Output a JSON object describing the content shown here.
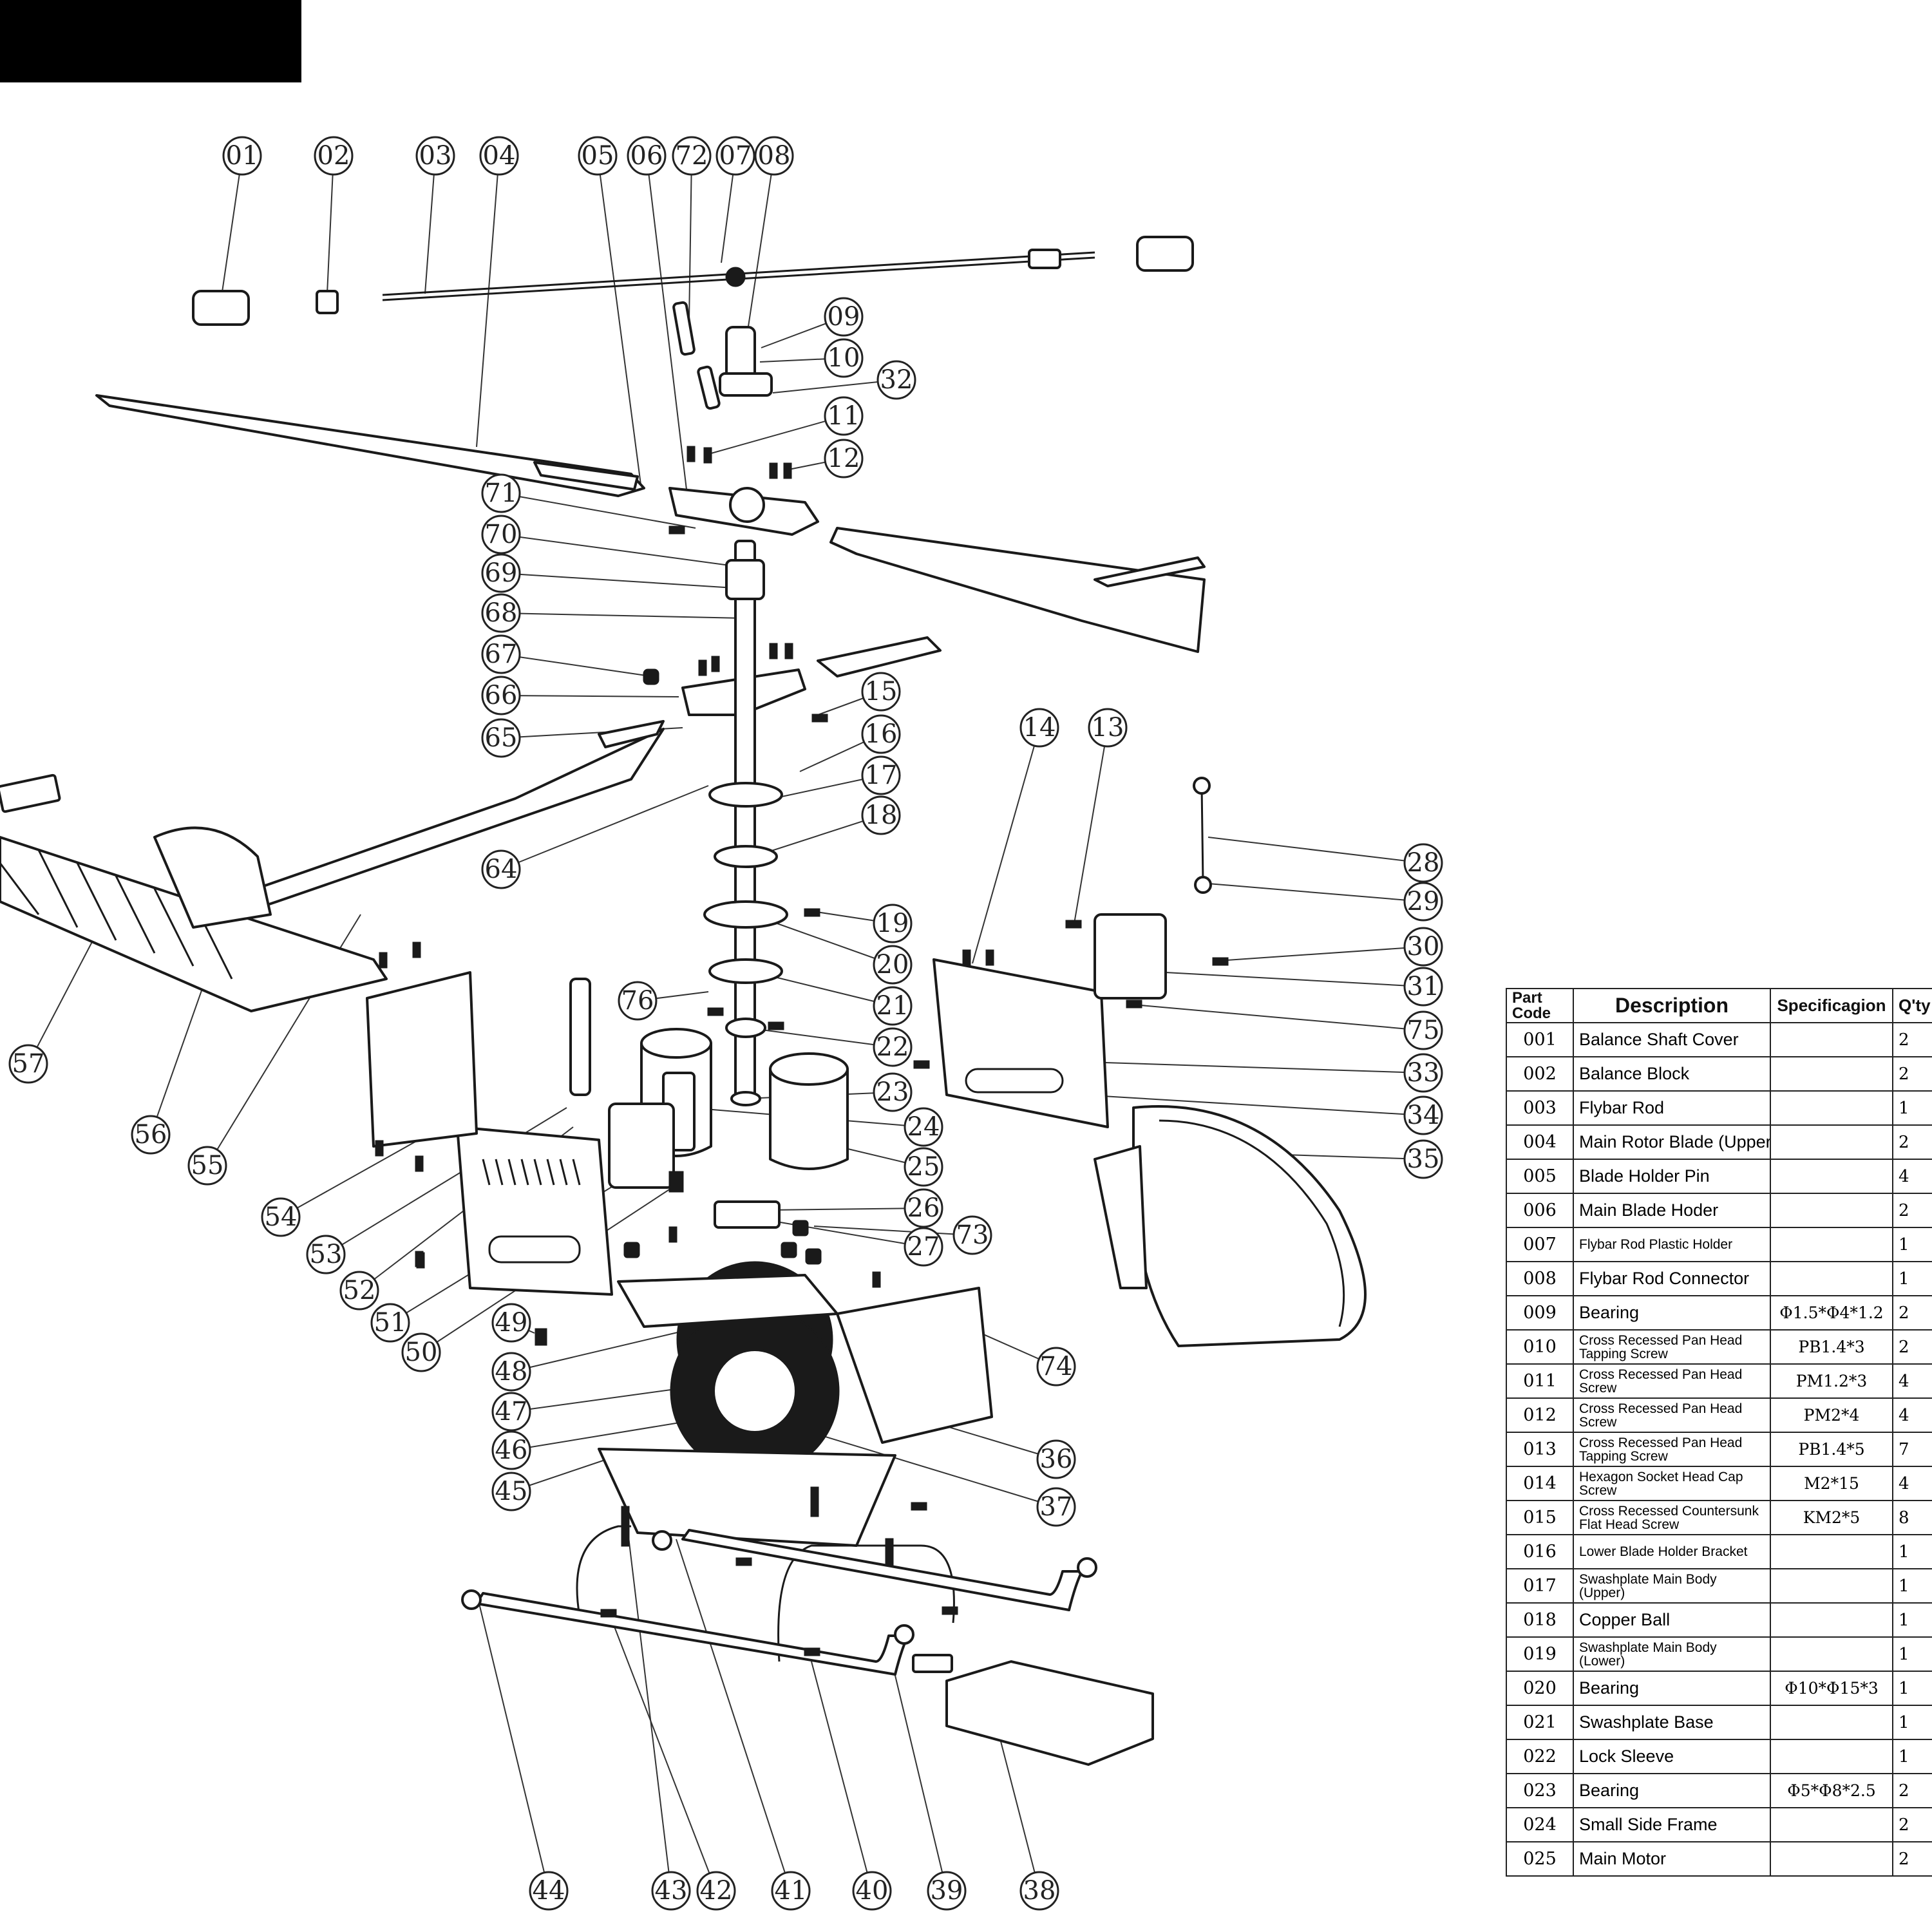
{
  "callouts": [
    {
      "label": "01"
    },
    {
      "label": "02"
    },
    {
      "label": "03"
    },
    {
      "label": "04"
    },
    {
      "label": "05"
    },
    {
      "label": "06"
    },
    {
      "label": "72"
    },
    {
      "label": "07"
    },
    {
      "label": "08"
    },
    {
      "label": "09"
    },
    {
      "label": "10"
    },
    {
      "label": "32"
    },
    {
      "label": "11"
    },
    {
      "label": "12"
    },
    {
      "label": "71"
    },
    {
      "label": "70"
    },
    {
      "label": "69"
    },
    {
      "label": "68"
    },
    {
      "label": "67"
    },
    {
      "label": "66"
    },
    {
      "label": "65"
    },
    {
      "label": "64"
    },
    {
      "label": "15"
    },
    {
      "label": "16"
    },
    {
      "label": "17"
    },
    {
      "label": "18"
    },
    {
      "label": "19"
    },
    {
      "label": "20"
    },
    {
      "label": "21"
    },
    {
      "label": "22"
    },
    {
      "label": "76"
    },
    {
      "label": "23"
    },
    {
      "label": "24"
    },
    {
      "label": "25"
    },
    {
      "label": "26"
    },
    {
      "label": "27"
    },
    {
      "label": "73"
    },
    {
      "label": "14"
    },
    {
      "label": "13"
    },
    {
      "label": "28"
    },
    {
      "label": "29"
    },
    {
      "label": "30"
    },
    {
      "label": "31"
    },
    {
      "label": "75"
    },
    {
      "label": "33"
    },
    {
      "label": "34"
    },
    {
      "label": "35"
    },
    {
      "label": "57"
    },
    {
      "label": "56"
    },
    {
      "label": "55"
    },
    {
      "label": "54"
    },
    {
      "label": "53"
    },
    {
      "label": "52"
    },
    {
      "label": "51"
    },
    {
      "label": "50"
    },
    {
      "label": "49"
    },
    {
      "label": "48"
    },
    {
      "label": "47"
    },
    {
      "label": "46"
    },
    {
      "label": "45"
    },
    {
      "label": "74"
    },
    {
      "label": "36"
    },
    {
      "label": "37"
    },
    {
      "label": "44"
    },
    {
      "label": "43"
    },
    {
      "label": "42"
    },
    {
      "label": "41"
    },
    {
      "label": "40"
    },
    {
      "label": "39"
    },
    {
      "label": "38"
    }
  ],
  "table": {
    "headers": {
      "code": "Part Code",
      "description": "Description",
      "spec": "Specificagion",
      "qty": "Q'ty"
    },
    "rows": [
      {
        "code": "001",
        "description": "Balance Shaft Cover",
        "spec": "",
        "qty": "2"
      },
      {
        "code": "002",
        "description": "Balance Block",
        "spec": "",
        "qty": "2"
      },
      {
        "code": "003",
        "description": "Flybar Rod",
        "spec": "",
        "qty": "1"
      },
      {
        "code": "004",
        "description": "Main Rotor Blade (Upper)",
        "spec": "",
        "qty": "2"
      },
      {
        "code": "005",
        "description": "Blade Holder Pin",
        "spec": "",
        "qty": "4"
      },
      {
        "code": "006",
        "description": "Main Blade Hoder",
        "spec": "",
        "qty": "2"
      },
      {
        "code": "007",
        "description": "Flybar Rod Plastic Holder",
        "spec": "",
        "qty": "1"
      },
      {
        "code": "008",
        "description": "Flybar Rod Connector",
        "spec": "",
        "qty": "1"
      },
      {
        "code": "009",
        "description": "Bearing",
        "spec": "Φ1.5*Φ4*1.2",
        "qty": "2"
      },
      {
        "code": "010",
        "description": "Cross Recessed Pan Head Tapping Screw",
        "spec": "PB1.4*3",
        "qty": "2"
      },
      {
        "code": "011",
        "description": "Cross Recessed Pan Head Screw",
        "spec": "PM1.2*3",
        "qty": "4"
      },
      {
        "code": "012",
        "description": "Cross Recessed Pan Head Screw",
        "spec": "PM2*4",
        "qty": "4"
      },
      {
        "code": "013",
        "description": "Cross Recessed Pan Head Tapping Screw",
        "spec": "PB1.4*5",
        "qty": "7"
      },
      {
        "code": "014",
        "description": "Hexagon Socket Head Cap Screw",
        "spec": "M2*15",
        "qty": "4"
      },
      {
        "code": "015",
        "description": "Cross Recessed Countersunk Flat Head Screw",
        "spec": "KM2*5",
        "qty": "8"
      },
      {
        "code": "016",
        "description": "Lower Blade Holder Bracket",
        "spec": "",
        "qty": "1"
      },
      {
        "code": "017",
        "description": "Swashplate Main Body (Upper)",
        "spec": "",
        "qty": "1"
      },
      {
        "code": "018",
        "description": "Copper Ball",
        "spec": "",
        "qty": "1"
      },
      {
        "code": "019",
        "description": "Swashplate Main Body (Lower)",
        "spec": "",
        "qty": "1"
      },
      {
        "code": "020",
        "description": "Bearing",
        "spec": "Φ10*Φ15*3",
        "qty": "1"
      },
      {
        "code": "021",
        "description": "Swashplate Base",
        "spec": "",
        "qty": "1"
      },
      {
        "code": "022",
        "description": "Lock Sleeve",
        "spec": "",
        "qty": "1"
      },
      {
        "code": "023",
        "description": "Bearing",
        "spec": "Φ5*Φ8*2.5",
        "qty": "2"
      },
      {
        "code": "024",
        "description": "Small Side Frame",
        "spec": "",
        "qty": "2"
      },
      {
        "code": "025",
        "description": "Main Motor",
        "spec": "",
        "qty": "2"
      }
    ]
  }
}
